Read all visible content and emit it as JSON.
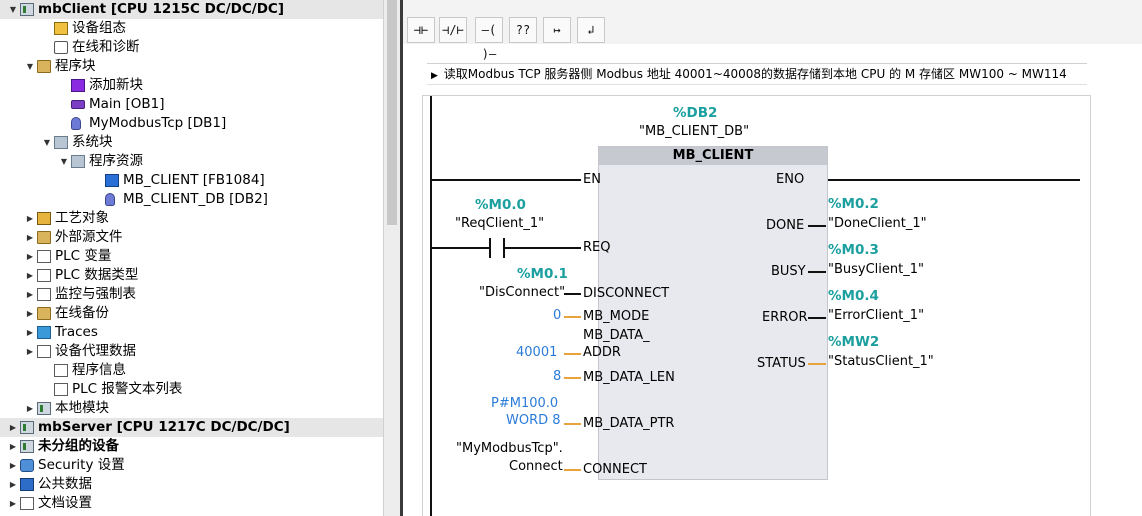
{
  "tree": {
    "items": [
      {
        "label": "mbClient [CPU 1215C DC/DC/DC]",
        "icon": "plc-icon",
        "arrow": "▼",
        "level": 0,
        "selected": true,
        "bold": true
      },
      {
        "label": "设备组态",
        "icon": "device-config-icon",
        "arrow": "",
        "level": 2,
        "selected": false,
        "bold": false
      },
      {
        "label": "在线和诊断",
        "icon": "diagnostics-icon",
        "arrow": "",
        "level": 2,
        "selected": false,
        "bold": false
      },
      {
        "label": "程序块",
        "icon": "folder-icon",
        "arrow": "▼",
        "level": 1,
        "selected": false,
        "bold": false
      },
      {
        "label": "添加新块",
        "icon": "add-block-icon",
        "arrow": "",
        "level": 3,
        "selected": false,
        "bold": false
      },
      {
        "label": "Main [OB1]",
        "icon": "ob-icon",
        "arrow": "",
        "level": 3,
        "selected": false,
        "bold": false
      },
      {
        "label": "MyModbusTcp [DB1]",
        "icon": "db-icon",
        "arrow": "",
        "level": 3,
        "selected": false,
        "bold": false
      },
      {
        "label": "系统块",
        "icon": "system-folder-icon",
        "arrow": "▼",
        "level": 2,
        "selected": false,
        "bold": false
      },
      {
        "label": "程序资源",
        "icon": "system-folder-icon",
        "arrow": "▼",
        "level": 3,
        "selected": false,
        "bold": false
      },
      {
        "label": "MB_CLIENT [FB1084]",
        "icon": "fb-icon",
        "arrow": "",
        "level": 5,
        "selected": false,
        "bold": false
      },
      {
        "label": "MB_CLIENT_DB [DB2]",
        "icon": "db-icon",
        "arrow": "",
        "level": 5,
        "selected": false,
        "bold": false
      },
      {
        "label": "工艺对象",
        "icon": "technology-icon",
        "arrow": "▶",
        "level": 1,
        "selected": false,
        "bold": false
      },
      {
        "label": "外部源文件",
        "icon": "folder-icon",
        "arrow": "▶",
        "level": 1,
        "selected": false,
        "bold": false
      },
      {
        "label": "PLC 变量",
        "icon": "plc-tags-icon",
        "arrow": "▶",
        "level": 1,
        "selected": false,
        "bold": false
      },
      {
        "label": "PLC 数据类型",
        "icon": "data-type-icon",
        "arrow": "▶",
        "level": 1,
        "selected": false,
        "bold": false
      },
      {
        "label": "监控与强制表",
        "icon": "watch-table-icon",
        "arrow": "▶",
        "level": 1,
        "selected": false,
        "bold": false
      },
      {
        "label": "在线备份",
        "icon": "backup-icon",
        "arrow": "▶",
        "level": 1,
        "selected": false,
        "bold": false
      },
      {
        "label": "Traces",
        "icon": "traces-icon",
        "arrow": "▶",
        "level": 1,
        "selected": false,
        "bold": false
      },
      {
        "label": "设备代理数据",
        "icon": "proxy-data-icon",
        "arrow": "▶",
        "level": 1,
        "selected": false,
        "bold": false
      },
      {
        "label": "程序信息",
        "icon": "program-info-icon",
        "arrow": "",
        "level": 2,
        "selected": false,
        "bold": false
      },
      {
        "label": "PLC 报警文本列表",
        "icon": "alarm-text-icon",
        "arrow": "",
        "level": 2,
        "selected": false,
        "bold": false
      },
      {
        "label": "本地模块",
        "icon": "local-module-icon",
        "arrow": "▶",
        "level": 1,
        "selected": false,
        "bold": false
      },
      {
        "label": "mbServer [CPU 1217C DC/DC/DC]",
        "icon": "plc-icon",
        "arrow": "▶",
        "level": 0,
        "selected": true,
        "bold": true
      },
      {
        "label": "未分组的设备",
        "icon": "ungrouped-devices-icon",
        "arrow": "▶",
        "level": 0,
        "selected": false,
        "bold": true
      },
      {
        "label": "Security 设置",
        "icon": "security-icon",
        "arrow": "▶",
        "level": 0,
        "selected": false,
        "bold": false
      },
      {
        "label": "公共数据",
        "icon": "common-data-icon",
        "arrow": "▶",
        "level": 0,
        "selected": false,
        "bold": false
      },
      {
        "label": "文档设置",
        "icon": "document-settings-icon",
        "arrow": "▶",
        "level": 0,
        "selected": false,
        "bold": false
      }
    ]
  },
  "toolbar": {
    "buttons": [
      {
        "name": "no-contact-button",
        "glyph": "⊣⊢"
      },
      {
        "name": "nc-contact-button",
        "glyph": "⊣/⊢"
      },
      {
        "name": "coil-button",
        "glyph": "–( )–"
      },
      {
        "name": "empty-box-button",
        "glyph": "??"
      },
      {
        "name": "open-branch-button",
        "glyph": "↦"
      },
      {
        "name": "close-branch-button",
        "glyph": "↲"
      }
    ]
  },
  "editor": {
    "network_comment": "读取Modbus TCP 服务器侧 Modbus 地址 40001~40008的数据存储到本地 CPU 的 M 存储区 MW100 ~ MW114",
    "instance": {
      "address": "%DB2",
      "name": "\"MB_CLIENT_DB\""
    },
    "block_name": "MB_CLIENT",
    "pins": {
      "en": "EN",
      "eno": "ENO",
      "req": "REQ",
      "disconnect": "DISCONNECT",
      "mb_mode": "MB_MODE",
      "mb_data_addr_1": "MB_DATA_",
      "mb_data_addr_2": "ADDR",
      "mb_data_len": "MB_DATA_LEN",
      "mb_data_ptr": "MB_DATA_PTR",
      "connect": "CONNECT",
      "done": "DONE",
      "busy": "BUSY",
      "error": "ERROR",
      "status": "STATUS"
    },
    "req_contact": {
      "address": "%M0.0",
      "name": "\"ReqClient_1\""
    },
    "disconnect_in": {
      "address": "%M0.1",
      "name": "\"DisConnect\""
    },
    "mb_mode_value": "0",
    "mb_data_addr_value": "40001",
    "mb_data_len_value": "8",
    "mb_data_ptr_value_1": "P#M100.0",
    "mb_data_ptr_value_2": "WORD 8",
    "connect_value_1": "\"MyModbusTcp\".",
    "connect_value_2": "Connect",
    "done_out": {
      "address": "%M0.2",
      "name": "\"DoneClient_1\""
    },
    "busy_out": {
      "address": "%M0.3",
      "name": "\"BusyClient_1\""
    },
    "error_out": {
      "address": "%M0.4",
      "name": "\"ErrorClient_1\""
    },
    "status_out": {
      "address": "%MW2",
      "name": "\"StatusClient_1\""
    }
  },
  "colors": {
    "tag": "#1b9f9f",
    "constant": "#2b7bd8",
    "wire": "#111111",
    "param_wire": "#e8a33d"
  }
}
